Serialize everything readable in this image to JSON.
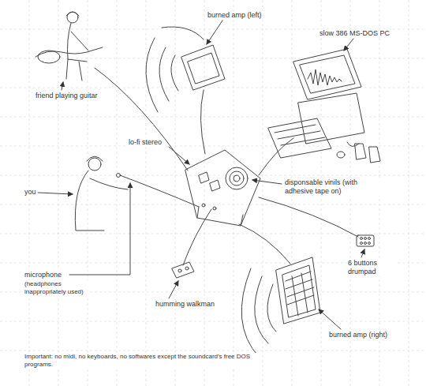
{
  "diagram": {
    "labels": [
      "burned amp (left)",
      "slow 386 MS-DOS PC",
      "friend playing guitar",
      "lo-fi stereo",
      "disponsable vinils (with adhesive tape on)",
      "you",
      "microphone",
      "(headphones inappropriately used)",
      "6 buttons drumpad",
      "humming walkman",
      "burned amp (right)",
      "Important: no midi, no keyboards, no softwares except the soundcard's free DOS programs."
    ]
  }
}
